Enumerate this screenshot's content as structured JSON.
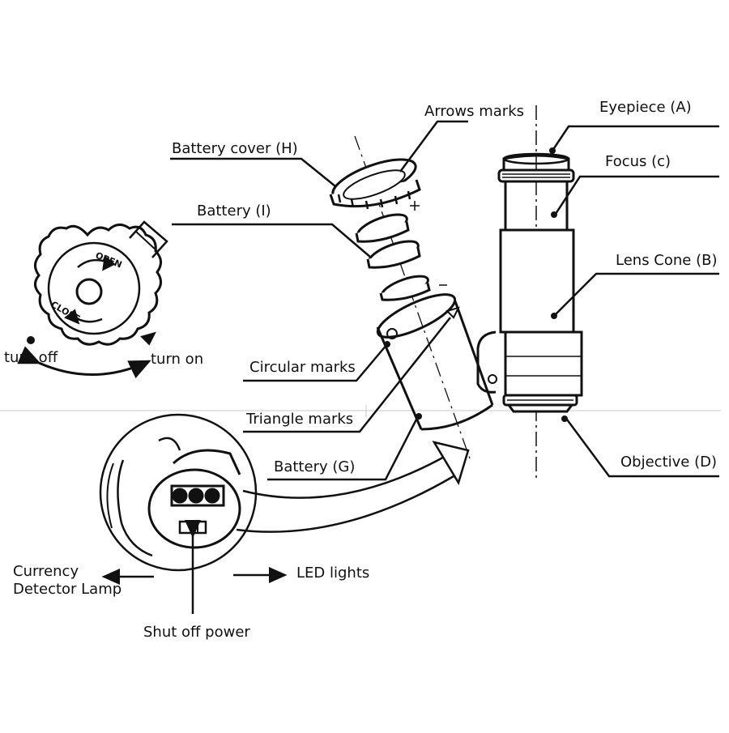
{
  "labels": {
    "arrows_marks": "Arrows marks",
    "eyepiece": "Eyepiece (A)",
    "battery_cover": "Battery cover (H)",
    "focus": "Focus (c)",
    "battery_i": "Battery (I)",
    "lens_cone": "Lens Cone (B)",
    "turn_off": "turn off",
    "turn_on": "turn on",
    "circular_marks": "Circular marks",
    "triangle_marks": "Triangle marks",
    "battery_g": "Battery (G)",
    "objective": "Objective (D)",
    "currency_line1": "Currency",
    "currency_line2": "Detector Lamp",
    "led_lights": "LED lights",
    "shut_off_power": "Shut off power"
  },
  "cap_texts": {
    "open": "OPEN",
    "close": "CLOSE"
  },
  "colors": {
    "ink": "#111111",
    "background": "#ffffff",
    "guide": "#bfbfbf"
  }
}
